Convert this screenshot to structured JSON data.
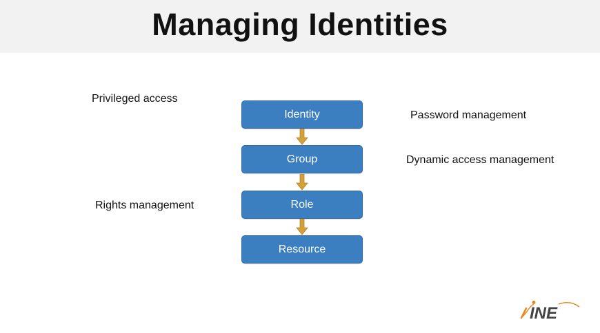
{
  "slide": {
    "title": "Managing Identities"
  },
  "diagram": {
    "boxes": [
      "Identity",
      "Group",
      "Role",
      "Resource"
    ],
    "labels": {
      "privileged_access": "Privileged access",
      "rights_management": "Rights management",
      "password_management": "Password management",
      "dynamic_access_management": "Dynamic access management"
    }
  },
  "logo": {
    "text": "INE"
  },
  "colors": {
    "box_fill": "#3b7fc0",
    "arrow_fill": "#d4a03a",
    "title_bar": "#f2f2f2",
    "logo_orange": "#e8891f"
  }
}
